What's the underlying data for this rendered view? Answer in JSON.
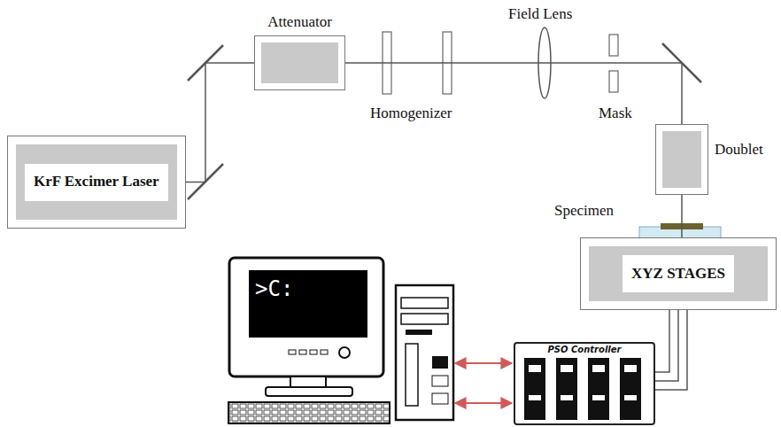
{
  "diagram": {
    "nodes": [
      {
        "text": [
          "KrF Excimer Laser"
        ]
      },
      {
        "text": [
          "Attenuator"
        ]
      },
      {
        "text": [
          "Doublet"
        ]
      },
      {
        "text": [
          "XYZ STAGES"
        ]
      },
      {
        "text": [
          "PSO Controller"
        ]
      },
      {
        "text": [
          ">C:"
        ]
      }
    ],
    "edges": [
      {
        "from": 0,
        "to": 1,
        "arrow": "none"
      },
      {
        "from": 1,
        "to": 2,
        "arrow": "none"
      },
      {
        "from": 2,
        "to": 3,
        "arrow": "none"
      },
      {
        "from": 3,
        "to": 4,
        "arrow": "none"
      },
      {
        "from": 5,
        "to": 4,
        "arrow": "both"
      },
      {
        "from": 5,
        "to": 4,
        "arrow": "both"
      }
    ],
    "labels": [
      "Homogenizer",
      "Field Lens",
      "Mask",
      "Specimen"
    ]
  }
}
